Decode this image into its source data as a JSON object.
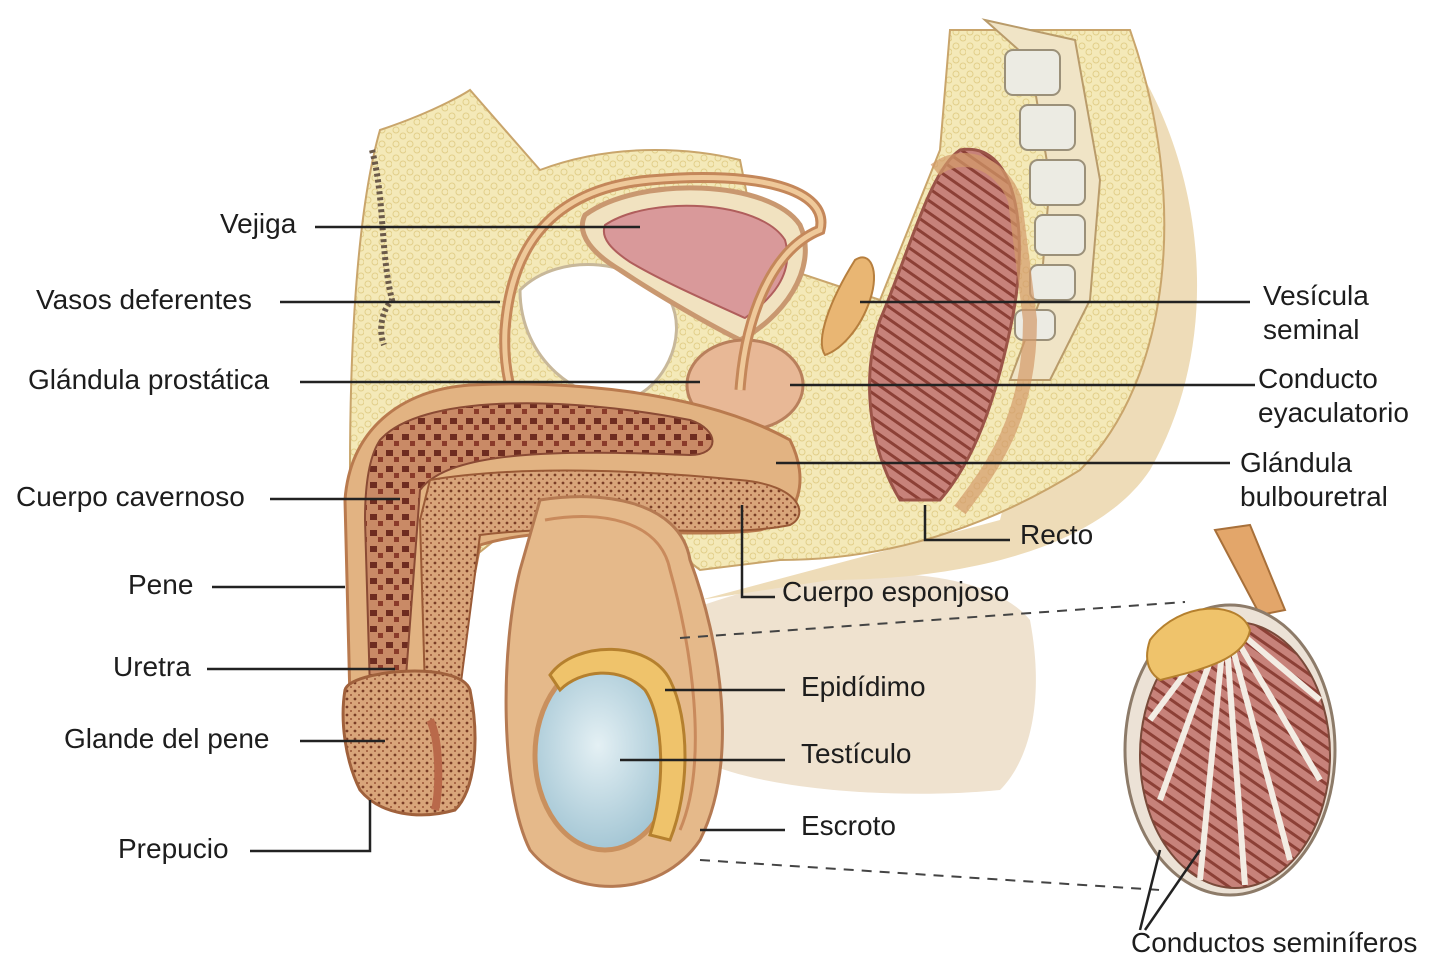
{
  "labels": {
    "vejiga": "Vejiga",
    "vasos_deferentes": "Vasos deferentes",
    "glandula_prostatica": "Glándula prostática",
    "cuerpo_cavernoso": "Cuerpo cavernoso",
    "pene": "Pene",
    "uretra": "Uretra",
    "glande_del_pene": "Glande del pene",
    "prepucio": "Prepucio",
    "vesicula_line1": "Vesícula",
    "vesicula_line2": "seminal",
    "conducto_line1": "Conducto",
    "conducto_line2": "eyaculatorio",
    "bulbo_line1": "Glándula",
    "bulbo_line2": "bulbouretral",
    "recto": "Recto",
    "cuerpo_esponjoso": "Cuerpo esponjoso",
    "epididimo": "Epidídimo",
    "testiculo": "Testículo",
    "escroto": "Escroto",
    "conductos_seminiferos": "Conductos seminíferos"
  },
  "colors": {
    "skin": "#e9d2a6",
    "skin_dark": "#d9b47c",
    "fat": "#f3e6b0",
    "muscle": "#d69a6a",
    "muscle_dark": "#b9694a",
    "bladder": "#d7888a",
    "rectum": "#c8707a",
    "testis": "#b9d6e2",
    "epididymis": "#efc36b",
    "spongy": "#c0784f",
    "bone": "#f4f1ea",
    "leader": "#222222"
  }
}
